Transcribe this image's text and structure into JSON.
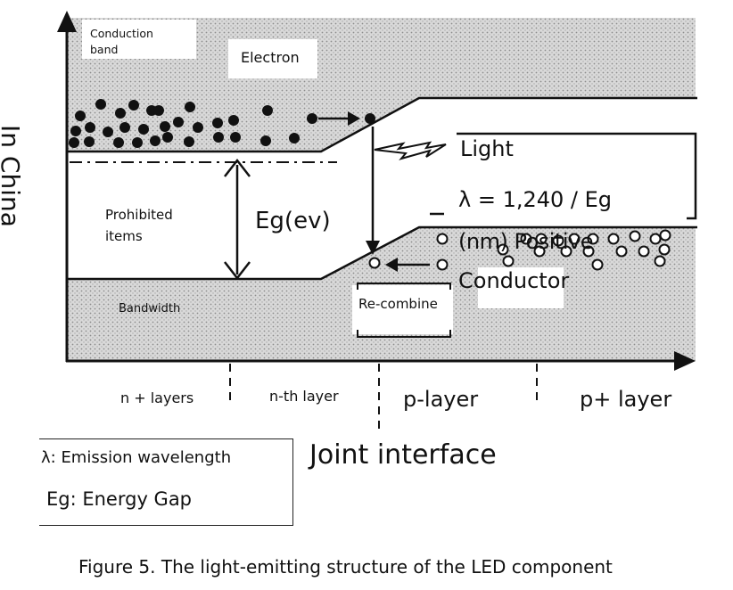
{
  "side_text": "In China",
  "regions": {
    "conduction_band": "Conduction band",
    "electron": "Electron",
    "prohibited_items": "Prohibited items",
    "energy_gap": "Eg(ev)",
    "bandwidth": "Bandwidth",
    "recombine": "Re-combine"
  },
  "light_box": {
    "light": "Light",
    "formula": "λ = 1,240 / Eg",
    "unit_overlap": "(nm) Positive",
    "conductor": "Conductor"
  },
  "layers": {
    "n_plus": "n + layers",
    "n_th": "n-th layer",
    "p_layer": "p-layer",
    "p_plus": "p+ layer"
  },
  "joint_interface": "Joint interface",
  "legend": {
    "lambda": "λ: Emission wavelength",
    "eg": "Eg: Energy Gap"
  },
  "caption": "Figure 5. The light-emitting structure of the LED component"
}
